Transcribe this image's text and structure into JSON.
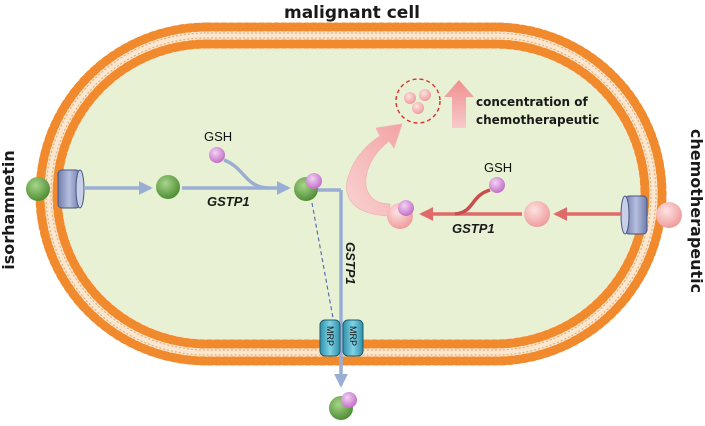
{
  "diagram": {
    "title": "malignant cell",
    "left_drug": "isorhamnetin",
    "right_drug": "chemotherapeutic",
    "gsh_left": "GSH",
    "gsh_right": "GSH",
    "enzyme_left": "GSTP1",
    "enzyme_right": "GSTP1",
    "enzyme_vertical": "GSTP1",
    "transporter_label": "MRP",
    "concentration_line1": "concentration of",
    "concentration_line2": "chemotherapeutic"
  },
  "colors": {
    "membrane_dot": "#f08a2c",
    "cytoplasm": "#e8f1d4",
    "arrow_blue": "#9aaed4",
    "arrow_red": "#e06a6a",
    "molecule_green": "#6aa84f",
    "molecule_pink": "#f4b8b8",
    "gsh_purple": "#d58fd8",
    "transporter": "#4bb0c9",
    "channel": "#8a96bf"
  }
}
